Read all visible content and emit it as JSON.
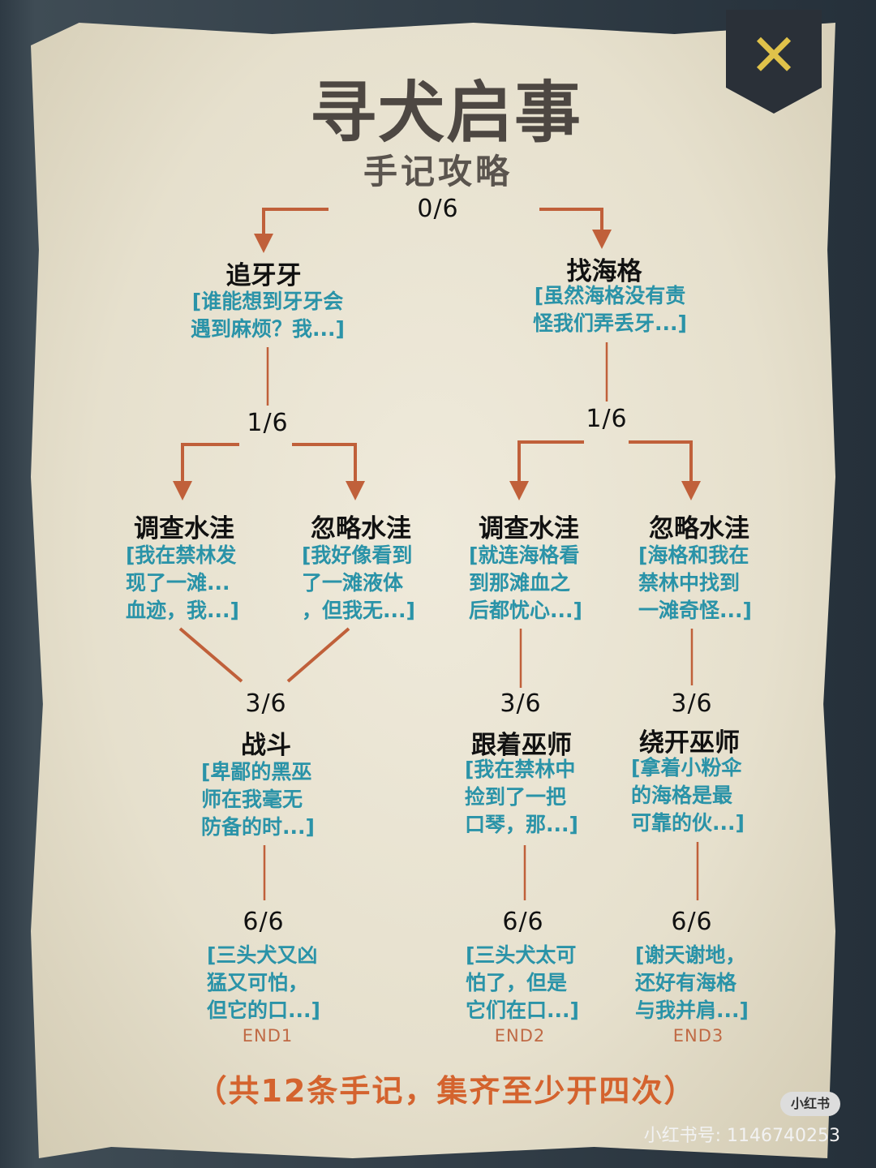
{
  "title": "寻犬启事",
  "subtitle": "手记攻略",
  "close_icon": "close-x-icon",
  "root": {
    "progress": "0/6"
  },
  "branches": [
    {
      "name": "追牙牙",
      "desc": [
        "[谁能想到牙牙会",
        "遇到麻烦？我...]"
      ],
      "progress": "1/6",
      "children": [
        {
          "name": "调查水洼",
          "desc": [
            "[我在禁林发",
            "现了一滩...",
            "血迹，我...]"
          ]
        },
        {
          "name": "忽略水洼",
          "desc": [
            "[我好像看到",
            "了一滩液体",
            "，但我无...]"
          ]
        }
      ],
      "merge": {
        "progress": "3/6",
        "name": "战斗",
        "desc": [
          "[卑鄙的黑巫",
          "师在我毫无",
          "防备的时...]"
        ],
        "final_progress": "6/6",
        "final_desc": [
          "[三头犬又凶",
          "猛又可怕，",
          "但它的口...]"
        ],
        "end": "END1"
      }
    },
    {
      "name": "找海格",
      "desc": [
        "[虽然海格没有责",
        "怪我们弄丢牙...]"
      ],
      "progress": "1/6",
      "children": [
        {
          "name": "调查水洼",
          "desc": [
            "[就连海格看",
            "到那滩血之",
            "后都忧心...]"
          ],
          "progress": "3/6",
          "next": "跟着巫师",
          "next_desc": [
            "[我在禁林中",
            "捡到了一把",
            "口琴，那...]"
          ],
          "final_progress": "6/6",
          "final_desc": [
            "[三头犬太可",
            "怕了，但是",
            "它们在口...]"
          ],
          "end": "END2"
        },
        {
          "name": "忽略水洼",
          "desc": [
            "[海格和我在",
            "禁林中找到",
            "一滩奇怪...]"
          ],
          "progress": "3/6",
          "next": "绕开巫师",
          "next_desc": [
            "[拿着小粉伞",
            "的海格是最",
            "可靠的伙...]"
          ],
          "final_progress": "6/6",
          "final_desc": [
            "[谢天谢地，",
            "还好有海格",
            "与我并肩...]"
          ],
          "end": "END3"
        }
      ]
    }
  ],
  "footer": "（共12条手记，集齐至少开四次）",
  "watermark": {
    "badge": "小红书",
    "id": "小红书号: 1146740253"
  },
  "colors": {
    "arrow": "#c0603a",
    "desc": "#2a93a8",
    "end": "#c06a45",
    "footer": "#d4632e"
  }
}
